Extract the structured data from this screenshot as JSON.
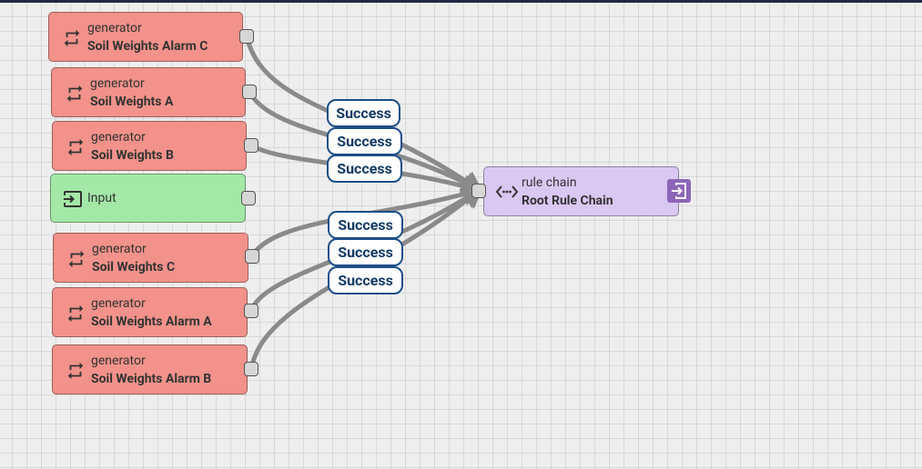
{
  "nodes": {
    "alarm_c": {
      "type_label": "generator",
      "name": "Soil Weights Alarm C"
    },
    "weights_a": {
      "type_label": "generator",
      "name": "Soil Weights A"
    },
    "weights_b": {
      "type_label": "generator",
      "name": "Soil Weights B"
    },
    "input": {
      "name": "Input"
    },
    "weights_c": {
      "type_label": "generator",
      "name": "Soil Weights C"
    },
    "alarm_a": {
      "type_label": "generator",
      "name": "Soil Weights Alarm A"
    },
    "alarm_b": {
      "type_label": "generator",
      "name": "Soil Weights Alarm B"
    },
    "root_chain": {
      "type_label": "rule chain",
      "name": "Root Rule Chain"
    }
  },
  "links": [
    {
      "from": "Soil Weights Alarm C",
      "label": "Success"
    },
    {
      "from": "Soil Weights A",
      "label": "Success"
    },
    {
      "from": "Soil Weights B",
      "label": "Success"
    },
    {
      "from": "Soil Weights C",
      "label": "Success"
    },
    {
      "from": "Soil Weights Alarm A",
      "label": "Success"
    },
    {
      "from": "Soil Weights Alarm B",
      "label": "Success"
    }
  ],
  "colors": {
    "generator_node": "#f2928a",
    "input_node": "#a3e8a7",
    "rule_chain_node": "#d9c8f2",
    "link_stroke": "#8a8a8a",
    "label_border": "#1c4f86"
  },
  "icons": {
    "generator": "repeat-icon",
    "input": "input-login-icon",
    "rule_chain": "code-braces-icon",
    "open_rule_chain": "exit-to-app-icon"
  }
}
